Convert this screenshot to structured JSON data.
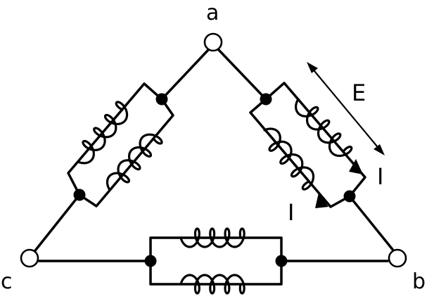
{
  "terminals": {
    "a": "a",
    "b": "b",
    "c": "c"
  },
  "annotations": {
    "voltage": "E",
    "current_upper": "I",
    "current_lower": "I"
  }
}
